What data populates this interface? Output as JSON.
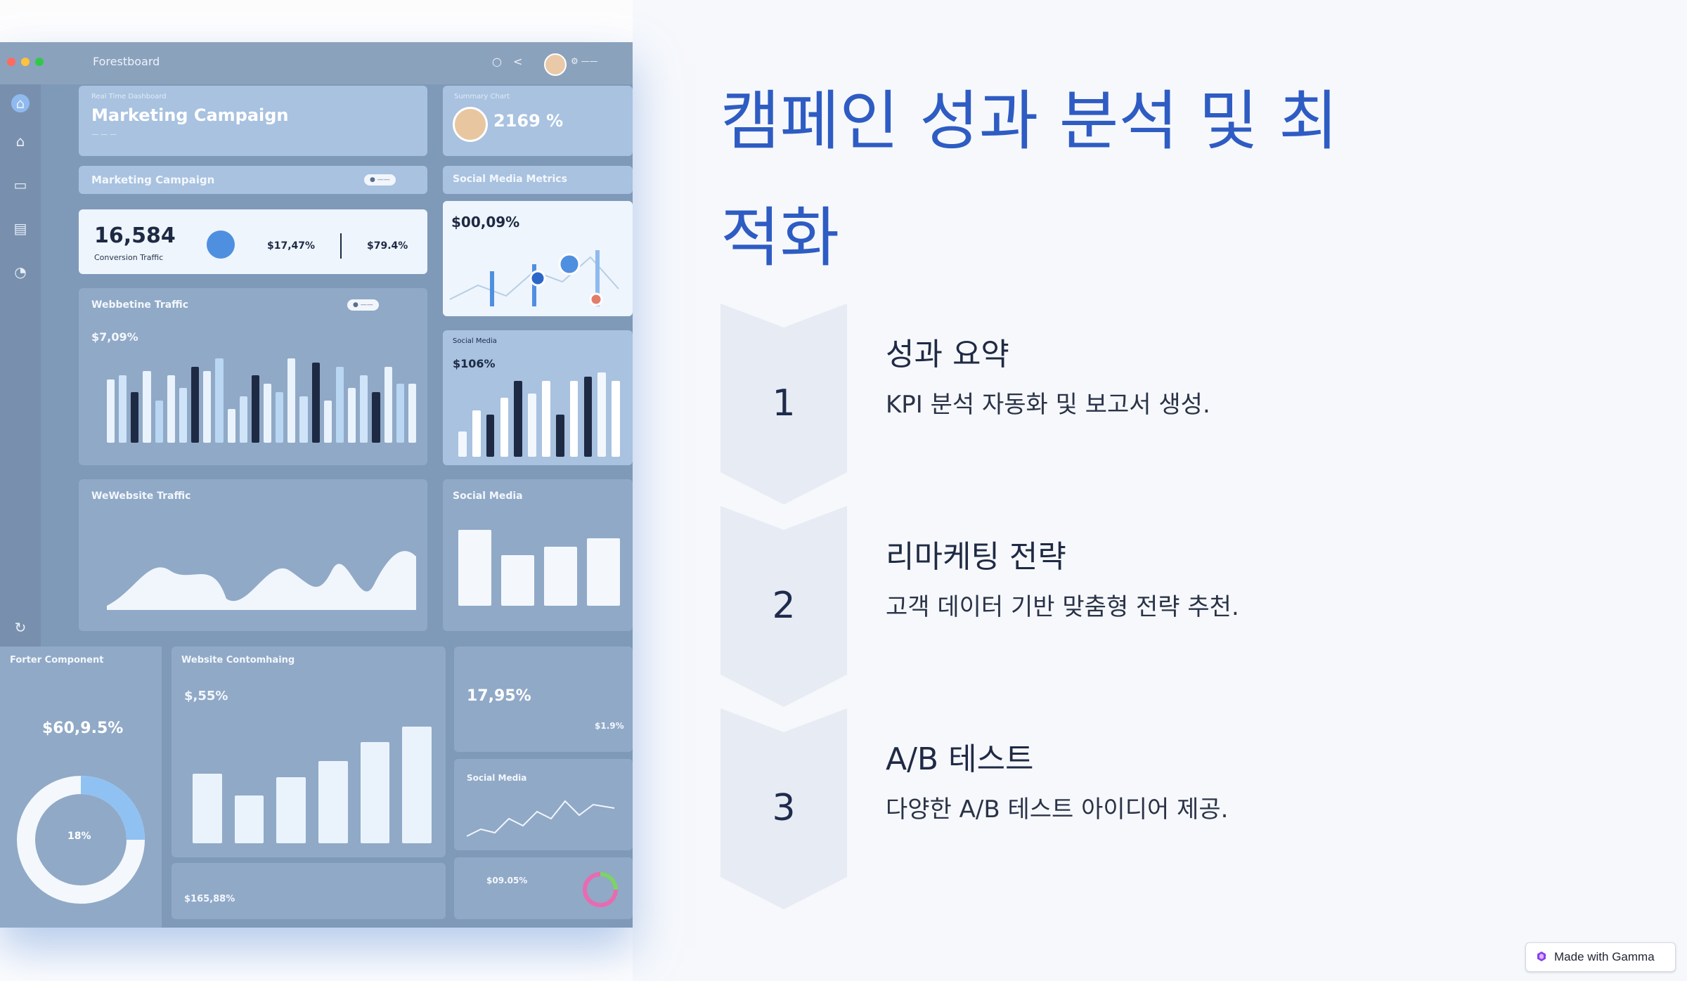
{
  "page": {
    "title": "캠페인 성과 분석 및 최적화",
    "badge": "Made with Gamma"
  },
  "steps": [
    {
      "number": "1",
      "title": "성과 요약",
      "description": "KPI 분석 자동화 및 보고서 생성."
    },
    {
      "number": "2",
      "title": "리마케팅 전략",
      "description": "고객 데이터 기반 맞춤형 전략 추천."
    },
    {
      "number": "3",
      "title": "A/B 테스트",
      "description": "다양한 A/B 테스트 아이디어 제공."
    }
  ],
  "mockup": {
    "window_title": "Forestboard",
    "panel1": {
      "label": "Real Time Dashboard",
      "title": "Marketing Campaign"
    },
    "panel2": {
      "label": "Summary Chart",
      "value": "2169 %"
    },
    "panel3": {
      "title": "Marketing Campaign"
    },
    "panel4": {
      "value": "16,584",
      "label": "Conversion Traffic",
      "stat1": "$17,47%",
      "stat2": "$79.4%"
    },
    "panel5": {
      "title": "Social Media Metrics",
      "value": "$00,09%"
    },
    "panel6": {
      "title": "Webbetine Traffic",
      "value": "$7,09%",
      "bars": [
        0.75,
        0.8,
        0.6,
        0.85,
        0.5,
        0.8,
        0.65,
        0.9,
        0.85,
        1.0,
        0.4,
        0.55,
        0.8,
        0.7,
        0.6,
        1.0,
        0.55,
        0.95,
        0.5,
        0.9,
        0.65,
        0.8,
        0.6,
        0.9,
        0.7,
        0.7
      ]
    },
    "panel7": {
      "title": "Social Media",
      "value": "$106%",
      "bars": [
        0.3,
        0.55,
        0.5,
        0.7,
        0.9,
        0.75,
        0.9,
        0.5,
        0.9,
        0.95,
        1.0,
        0.9
      ]
    },
    "panel8": {
      "title": "WeWebsite Traffic"
    },
    "panel9": {
      "title": "Social Media",
      "bars": [
        0.9,
        0.6,
        0.7,
        0.8
      ]
    },
    "panel10": {
      "title": "Forter Component",
      "value": "$60,9.5%",
      "donut_label": "18%"
    },
    "panel11": {
      "title": "Website Contomhaing",
      "value": "$,55%",
      "bars": [
        0.55,
        0.38,
        0.52,
        0.65,
        0.8,
        0.92
      ],
      "footer1": "$165,88%"
    },
    "panel12": {
      "value": "17,95%",
      "stat": "$1.9%",
      "title2": "Social Media",
      "footer": "$09.05%"
    }
  },
  "colors": {
    "title": "#2e5cc3",
    "panel": "#90a9c7",
    "accent_dark": "#1e2a44"
  }
}
